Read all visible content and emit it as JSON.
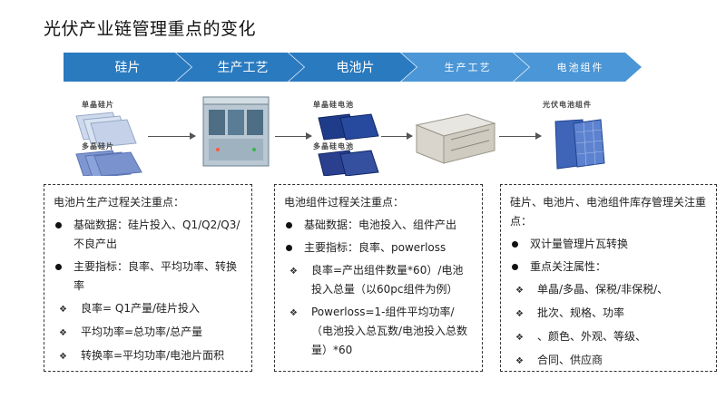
{
  "title": "光伏产业链管理重点的变化",
  "colors": {
    "step_dark": "#2a7ac0",
    "step_light": "#4b96d6",
    "text": "#222222"
  },
  "flow_steps": [
    {
      "label": "硅片"
    },
    {
      "label": "生产工艺"
    },
    {
      "label": "电池片"
    },
    {
      "label": "生产工艺"
    },
    {
      "label": "电池组件"
    }
  ],
  "images": {
    "wafers_mono_caption": "单晶硅片",
    "wafers_multi_caption": "多晶硅片",
    "cells_mono_caption": "单晶硅电池",
    "cells_multi_caption": "多晶硅电池",
    "module_caption": "光伏电池组件"
  },
  "boxes": [
    {
      "heading": "电池片生产过程关注重点：",
      "items": [
        {
          "type": "bullet",
          "text": "基础数据：硅片投入、Q1/Q2/Q3/不良产出"
        },
        {
          "type": "bullet",
          "text": "主要指标：良率、平均功率、转换率"
        },
        {
          "type": "diamond",
          "text": "良率= Q1产量/硅片投入"
        },
        {
          "type": "diamond",
          "text": "平均功率=总功率/总产量"
        },
        {
          "type": "diamond",
          "text": "转换率=平均功率/电池片面积"
        }
      ]
    },
    {
      "heading": "电池组件过程关注重点：",
      "items": [
        {
          "type": "bullet",
          "text": "基础数据：电池投入、组件产出"
        },
        {
          "type": "bullet",
          "text": "主要指标：良率、powerloss"
        },
        {
          "type": "diamond",
          "text": "良率=产出组件数量*60）/电池投入总量（以60pc组件为例）"
        },
        {
          "type": "diamond",
          "text": "Powerloss=1-组件平均功率/（电池投入总瓦数/电池投入总数量）*60"
        }
      ]
    },
    {
      "heading": "硅片、电池片、电池组件库存管理关注重点：",
      "items": [
        {
          "type": "bullet",
          "text": "双计量管理片瓦转换"
        },
        {
          "type": "bullet",
          "text": "重点关注属性："
        },
        {
          "type": "diamond",
          "text": "单晶/多晶、保税/非保税/、"
        },
        {
          "type": "diamond",
          "text": "批次、规格、功率"
        },
        {
          "type": "diamond",
          "text": "、颜色、外观、等级、"
        },
        {
          "type": "diamond",
          "text": "合同、供应商"
        }
      ]
    }
  ]
}
